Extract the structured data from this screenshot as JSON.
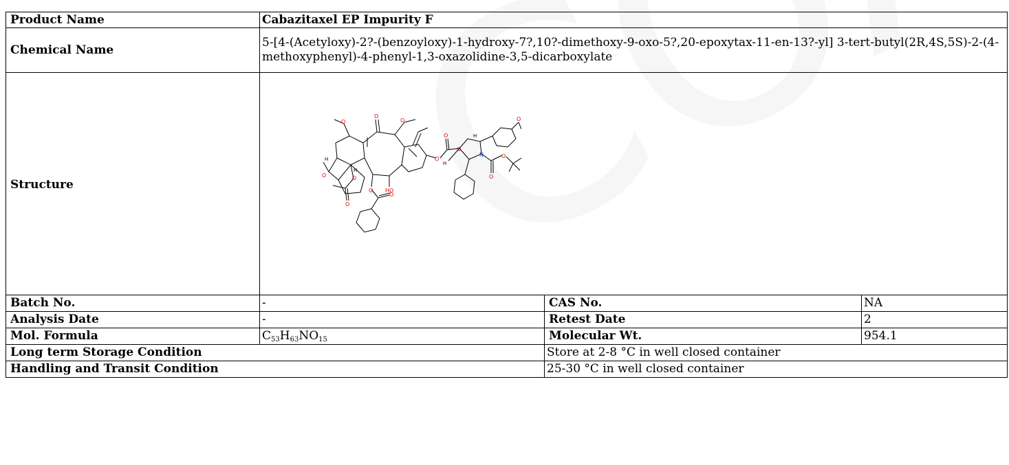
{
  "watermark": "COA",
  "product": {
    "label": "Product Name",
    "value": "Cabazitaxel EP Impurity F"
  },
  "chemical": {
    "label": "Chemical Name",
    "value": "5-[4-(Acetyloxy)-2?-(benzoyloxy)-1-hydroxy-7?,10?-dimethoxy-9-oxo-5?,20-epoxytax-11-en-13?-yl] 3-tert-butyl(2R,4S,5S)-2-(4-methoxyphenyl)-4-phenyl-1,3-oxazolidine-3,5-dicarboxylate"
  },
  "structure": {
    "label": "Structure",
    "atoms": {
      "o": "O",
      "n": "N",
      "h": "H",
      "ho": "HO"
    }
  },
  "batch": {
    "label": "Batch No.",
    "value": "-"
  },
  "cas": {
    "label": "CAS No.",
    "value": "NA"
  },
  "analysis": {
    "label": "Analysis Date",
    "value": "-"
  },
  "retest": {
    "label": "Retest Date",
    "value": "2"
  },
  "formula": {
    "label": "Mol. Formula",
    "c": "C",
    "c_n": "53",
    "h": "H",
    "h_n": "63",
    "rest": "NO",
    "o_n": "15"
  },
  "molwt": {
    "label": "Molecular Wt.",
    "value": "954.1"
  },
  "storage": {
    "label": "Long term Storage Condition",
    "value": "Store at 2-8 °C in well closed container"
  },
  "transit": {
    "label": "Handling and Transit Condition",
    "value": "25-30 °C in well closed container"
  }
}
